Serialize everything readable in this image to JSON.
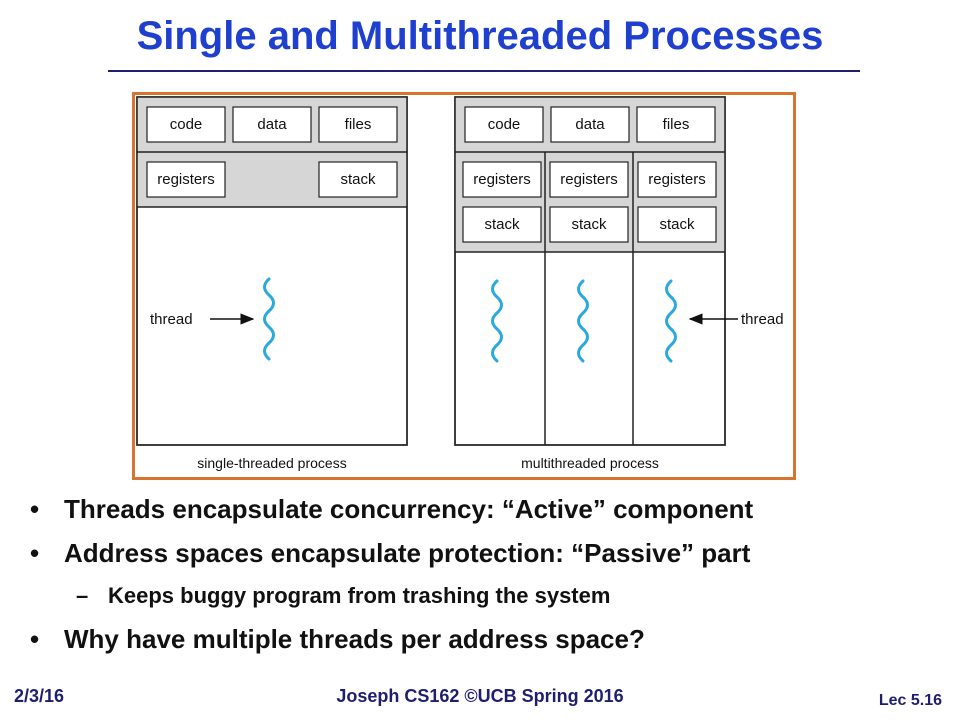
{
  "slide": {
    "title": "Single and Multithreaded Processes"
  },
  "diagram": {
    "single": {
      "shared": [
        "code",
        "data",
        "files"
      ],
      "registers": "registers",
      "stack": "stack",
      "thread_label": "thread",
      "caption": "single-threaded process"
    },
    "multi": {
      "shared": [
        "code",
        "data",
        "files"
      ],
      "registers": [
        "registers",
        "registers",
        "registers"
      ],
      "stacks": [
        "stack",
        "stack",
        "stack"
      ],
      "thread_label": "thread",
      "caption": "multithreaded process"
    },
    "colors": {
      "thread_squiggle": "#2aa8e0",
      "panel_gray": "#d6d6d6",
      "frame": "#d8742f"
    }
  },
  "bullets": [
    "Threads encapsulate concurrency: “Active” component",
    "Address spaces encapsulate protection: “Passive” part",
    "Keeps buggy program from trashing the system",
    "Why have multiple threads per address space?"
  ],
  "sub_marker": "–",
  "footer": {
    "date": "2/3/16",
    "course": "Joseph CS162 ©UCB Spring 2016",
    "lecture": "Lec 5.16"
  }
}
